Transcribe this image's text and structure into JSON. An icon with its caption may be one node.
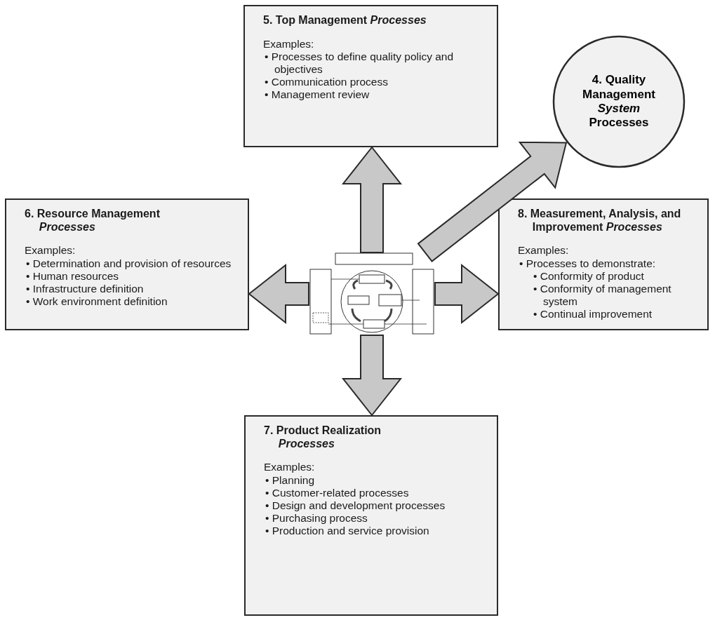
{
  "diagram": {
    "nodes": [
      {
        "text": [
          "5. Top Management *Processes*",
          "Examples:",
          "• Processes to define quality policy and objectives",
          "• Communication process",
          "• Management review"
        ]
      },
      {
        "text": [
          "4. Quality Management *System* Processes"
        ]
      },
      {
        "text": [
          "6. Resource Management *Processes*",
          "Examples:",
          "• Determination and provision of resources",
          "• Human resources",
          "• Infrastructure definition",
          "• Work environment definition"
        ]
      },
      {
        "text": [],
        "shape": "picture"
      },
      {
        "text": [
          "8. Measurement, Analysis, and Improvement *Processes*",
          "Examples:",
          "• Processes to demonstrate:",
          "• Conformity of product",
          "• Conformity of management system",
          "• Continual improvement"
        ]
      },
      {
        "text": [
          "7. Product Realization *Processes*",
          "Examples:",
          "• Planning",
          "• Customer-related processes",
          "• Design and development processes",
          "• Purchasing process",
          "• Production and service provision"
        ]
      }
    ],
    "edges": [
      {
        "from": 3,
        "to": 0,
        "arrow": "to",
        "style": "thick"
      },
      {
        "from": 3,
        "to": 1,
        "arrow": "to",
        "style": "thick"
      },
      {
        "from": 3,
        "to": 2,
        "arrow": "to",
        "style": "thick"
      },
      {
        "from": 3,
        "to": 4,
        "arrow": "to",
        "style": "thick"
      },
      {
        "from": 3,
        "to": 5,
        "arrow": "to",
        "style": "thick"
      }
    ]
  }
}
